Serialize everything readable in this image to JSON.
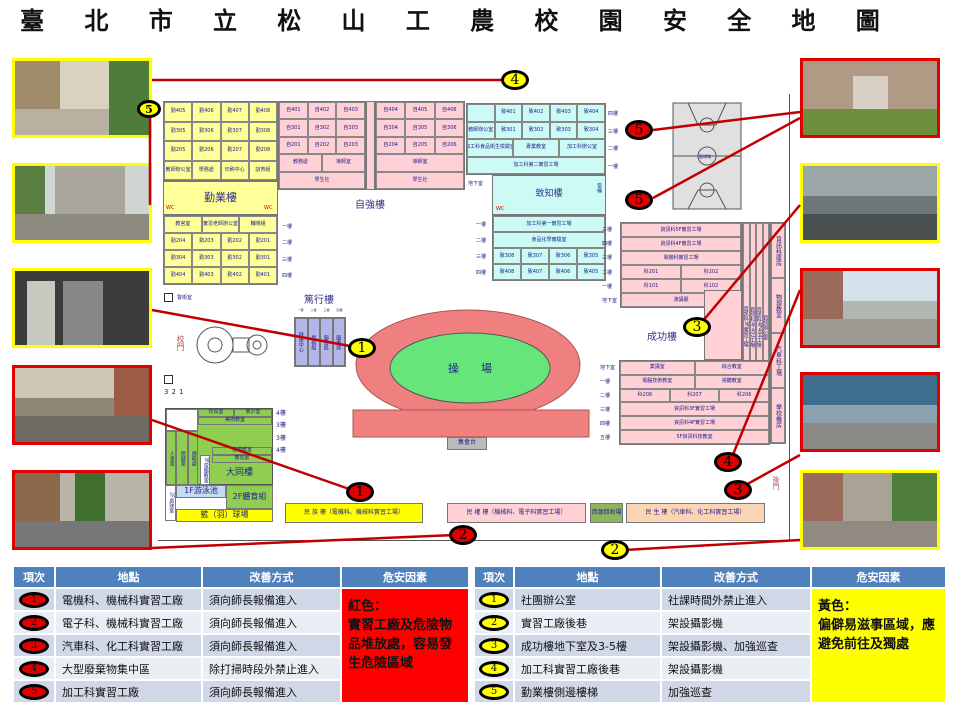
{
  "title_chars": [
    "臺",
    "北",
    "市",
    "立",
    "松",
    "山",
    "工",
    "農",
    "校",
    "園",
    "安",
    "全",
    "地",
    "圖"
  ],
  "colors": {
    "danger": "#e00000",
    "caution": "#ffff00",
    "header": "#4f81bd"
  },
  "buildings": {
    "qinye": {
      "name": "勤業樓",
      "wc": "WC",
      "upper": [
        [
          "勤405",
          "勤406",
          "勤407",
          "勤408"
        ],
        [
          "勤305",
          "勤306",
          "勤307",
          "勤308"
        ],
        [
          "勤205",
          "勤206",
          "勤207",
          "勤208"
        ],
        [
          "教師辦公室",
          "學務處",
          "印刷中心",
          "訓育組"
        ]
      ],
      "lower": [
        [
          "教官室",
          "實習老師辦公室",
          "輔導組"
        ],
        [
          "勤204",
          "勤203",
          "勤202",
          "勤201"
        ],
        [
          "勤304",
          "勤303",
          "勤302",
          "勤301"
        ],
        [
          "勤404",
          "勤403",
          "勤402",
          "勤401"
        ]
      ],
      "floors": [
        "一樓",
        "二樓",
        "三樓",
        "四樓"
      ]
    },
    "ziqiang": {
      "name": "自強樓",
      "left": [
        [
          "自401",
          "自402",
          "自403"
        ],
        [
          "自301",
          "自302",
          "自303"
        ],
        [
          "自201",
          "自202",
          "自203"
        ],
        [
          "教務處",
          "導師室"
        ],
        [
          "學生社"
        ]
      ],
      "right": [
        [
          "自404",
          "自405",
          "自406"
        ],
        [
          "自304",
          "自305",
          "自306"
        ],
        [
          "自204",
          "自205",
          "自206"
        ],
        [
          "導師室"
        ],
        [
          "學生社"
        ]
      ]
    },
    "zhizhi": {
      "name": "致知樓",
      "wc": "WC",
      "basement": "地下室",
      "elevator": "電梯",
      "upper": [
        [
          "",
          "致401",
          "致402",
          "致403",
          "致404"
        ],
        [
          "教師辦公室",
          "致301",
          "致302",
          "致303",
          "致304"
        ],
        [
          "加工科食品衛生檢驗室",
          "專業教室",
          "加工科辦公室"
        ],
        [
          "加工科第二實習工場"
        ]
      ],
      "lower": [
        [
          "加工科第一實習工場"
        ],
        [
          "食品化學實驗室"
        ],
        [
          "致308",
          "致307",
          "致306",
          "致305"
        ],
        [
          "致408",
          "致407",
          "致406",
          "致405"
        ]
      ],
      "floors_upper": [
        "四樓",
        "三樓",
        "二樓",
        "一樓"
      ],
      "floors_lower": [
        "一樓",
        "二樓",
        "三樓",
        "四樓"
      ]
    },
    "court_label": "籃球場",
    "chenggong": {
      "name": "成功樓",
      "top": [
        [
          "資訊科5F實習工場"
        ],
        [
          "資訊科4F實習工場"
        ],
        [
          "電機科實習工場"
        ],
        [
          "科201",
          "科202"
        ],
        [
          "科101",
          "科102"
        ],
        [
          "演講廳"
        ]
      ],
      "top_floors": [
        "三樓",
        "四樓",
        "三樓",
        "二樓",
        "一樓",
        "地下室"
      ],
      "cols": [
        "資訊科3F實習工場",
        "資訊科4F403工場",
        "資訊科4F404工場",
        "資訊辦公室"
      ],
      "right": [
        "資訊科庫房",
        "物理教室",
        "汽車科工場",
        "學校機房"
      ],
      "bottom": [
        [
          "業講室",
          "綜合教室"
        ],
        [
          "電腦技術教室",
          "視聽教室"
        ],
        [
          "科208",
          "科207",
          "科206"
        ],
        [
          "資訊科3F實習工場"
        ],
        [
          "資訊科4F實習工場"
        ],
        [
          "5F資訊科技教室"
        ]
      ],
      "bottom_floors": [
        "地下室",
        "一樓",
        "二樓",
        "三樓",
        "四樓",
        "五樓"
      ]
    },
    "duxing": {
      "name": "篤行樓",
      "floors": [
        "一樓",
        "二樓",
        "三樓",
        "四樓"
      ],
      "rooms": [
        "健康中心",
        "事務組",
        "圖書館",
        "圖書館"
      ]
    },
    "datong": {
      "name": "大同樓",
      "rooms": [
        "校長室",
        "會計室",
        "美術教室",
        "音樂教室",
        "實習處",
        "4樓",
        "3樓",
        "3樓",
        "4樓"
      ],
      "pool": "1F游泳池",
      "pe": "2F體育組",
      "court": "籃（羽）球場",
      "side": "2F桌球室",
      "vert": [
        "人事室",
        "保健室",
        "總務處",
        "3F電腦教室"
      ]
    },
    "guard": "警衛室",
    "gate": "校門",
    "floor_markers": [
      "3",
      "2",
      "1"
    ],
    "floor_word": "樓",
    "track": "操　　場",
    "stage": "集會台",
    "backgate": "後門",
    "minzu": "民 族 樓（電機科、機械科實習工場）",
    "minquan": "民 權 樓（機械科、電子科實習工場）",
    "recycle": "資源回收場",
    "minsheng": "民 生 樓（汽車科、化工科實習工場）"
  },
  "markers": {
    "r1": "1",
    "r2": "2",
    "r3": "3",
    "r4": "4",
    "r5a": "5",
    "r5b": "5",
    "y1": "1",
    "y2": "2",
    "y3": "3",
    "y4": "4",
    "y5": "5"
  },
  "table_red": {
    "headers": [
      "項次",
      "地點",
      "改善方式",
      "危安因素"
    ],
    "rows": [
      {
        "n": "1",
        "place": "電機科、機械科實習工廠",
        "fix": "須向師長報備進入"
      },
      {
        "n": "2",
        "place": "電子科、機械科實習工廠",
        "fix": "須向師長報備進入"
      },
      {
        "n": "3",
        "place": "汽車科、化工科實習工廠",
        "fix": "須向師長報備進入"
      },
      {
        "n": "4",
        "place": "大型廢棄物集中區",
        "fix": "除打掃時段外禁止進入"
      },
      {
        "n": "5",
        "place": "加工科實習工廠",
        "fix": "須向師長報備進入"
      }
    ],
    "note": "紅色：\n實習工廠及危險物品堆放處，容易發生危險區域"
  },
  "table_yellow": {
    "headers": [
      "項次",
      "地點",
      "改善方式",
      "危安因素"
    ],
    "rows": [
      {
        "n": "1",
        "place": "社團辦公室",
        "fix": "社課時間外禁止進入"
      },
      {
        "n": "2",
        "place": "實習工廠後巷",
        "fix": "架設攝影機"
      },
      {
        "n": "3",
        "place": "成功樓地下室及3-5樓",
        "fix": "架設攝影機、加強巡查"
      },
      {
        "n": "4",
        "place": "加工科實習工廠後巷",
        "fix": "架設攝影機"
      },
      {
        "n": "5",
        "place": "勤業樓側邊樓梯",
        "fix": "加強巡查"
      }
    ],
    "note": "黃色：\n偏僻易滋事區域，應避免前往及獨處"
  }
}
